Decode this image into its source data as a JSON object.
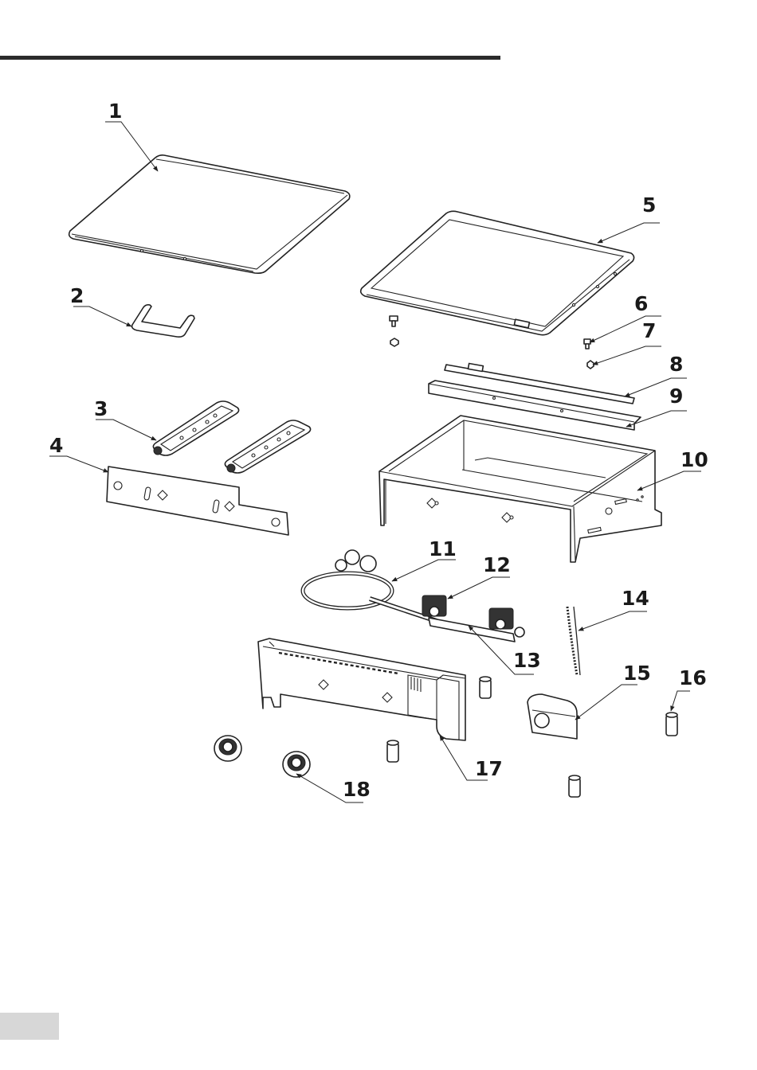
{
  "colors": {
    "line": "#222222",
    "top_rule": "#2b2b2b",
    "page_tab": "#d7d7d7",
    "background": "#ffffff"
  },
  "callouts": [
    {
      "id": "1",
      "label": "1"
    },
    {
      "id": "2",
      "label": "2"
    },
    {
      "id": "3",
      "label": "3"
    },
    {
      "id": "4",
      "label": "4"
    },
    {
      "id": "5",
      "label": "5"
    },
    {
      "id": "6",
      "label": "6"
    },
    {
      "id": "7",
      "label": "7"
    },
    {
      "id": "8",
      "label": "8"
    },
    {
      "id": "9",
      "label": "9"
    },
    {
      "id": "10",
      "label": "10"
    },
    {
      "id": "11",
      "label": "11"
    },
    {
      "id": "12",
      "label": "12"
    },
    {
      "id": "13",
      "label": "13"
    },
    {
      "id": "14",
      "label": "14"
    },
    {
      "id": "15",
      "label": "15"
    },
    {
      "id": "16",
      "label": "16"
    },
    {
      "id": "17",
      "label": "17"
    },
    {
      "id": "18",
      "label": "18"
    }
  ]
}
